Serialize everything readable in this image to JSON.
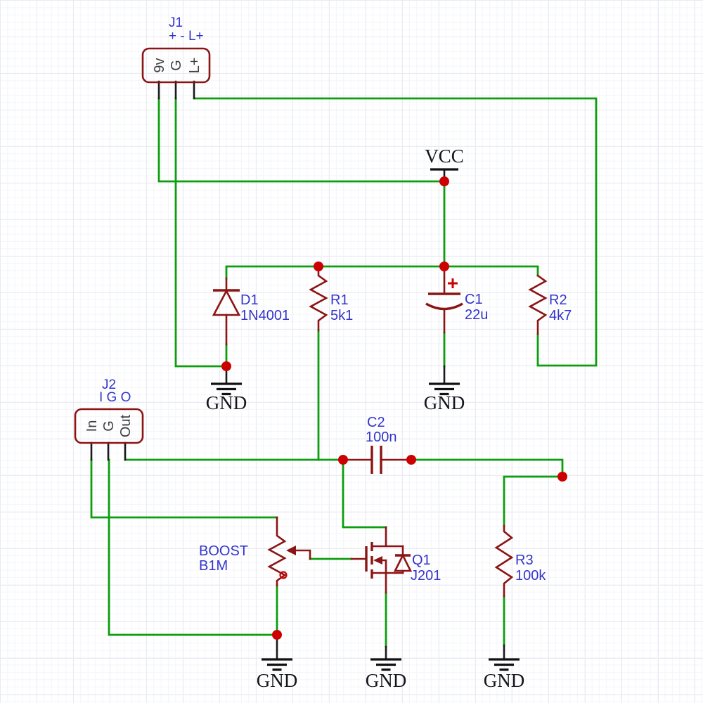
{
  "schematic": {
    "connectors": {
      "j1": {
        "ref": "J1",
        "pin_summary": "+ - L+",
        "pins": [
          "9v",
          "G",
          "L+"
        ]
      },
      "j2": {
        "ref": "J2",
        "pin_summary": "I G O",
        "pins": [
          "In",
          "G",
          "Out"
        ]
      }
    },
    "power": {
      "vcc": "VCC",
      "gnd": "GND"
    },
    "components": {
      "d1": {
        "ref": "D1",
        "value": "1N4001"
      },
      "r1": {
        "ref": "R1",
        "value": "5k1"
      },
      "c1": {
        "ref": "C1",
        "value": "22u"
      },
      "r2": {
        "ref": "R2",
        "value": "4k7"
      },
      "c2": {
        "ref": "C2",
        "value": "100n"
      },
      "pot": {
        "ref": "BOOST",
        "value": "B1M"
      },
      "q1": {
        "ref": "Q1",
        "value": "J201"
      },
      "r3": {
        "ref": "R3",
        "value": "100k"
      }
    },
    "colors": {
      "wire": "#0C9E0C",
      "component": "#8B1414",
      "junction": "#CC0000",
      "label": "#3434CC",
      "power_text": "#14141C",
      "background": "#FFFFFF"
    }
  }
}
